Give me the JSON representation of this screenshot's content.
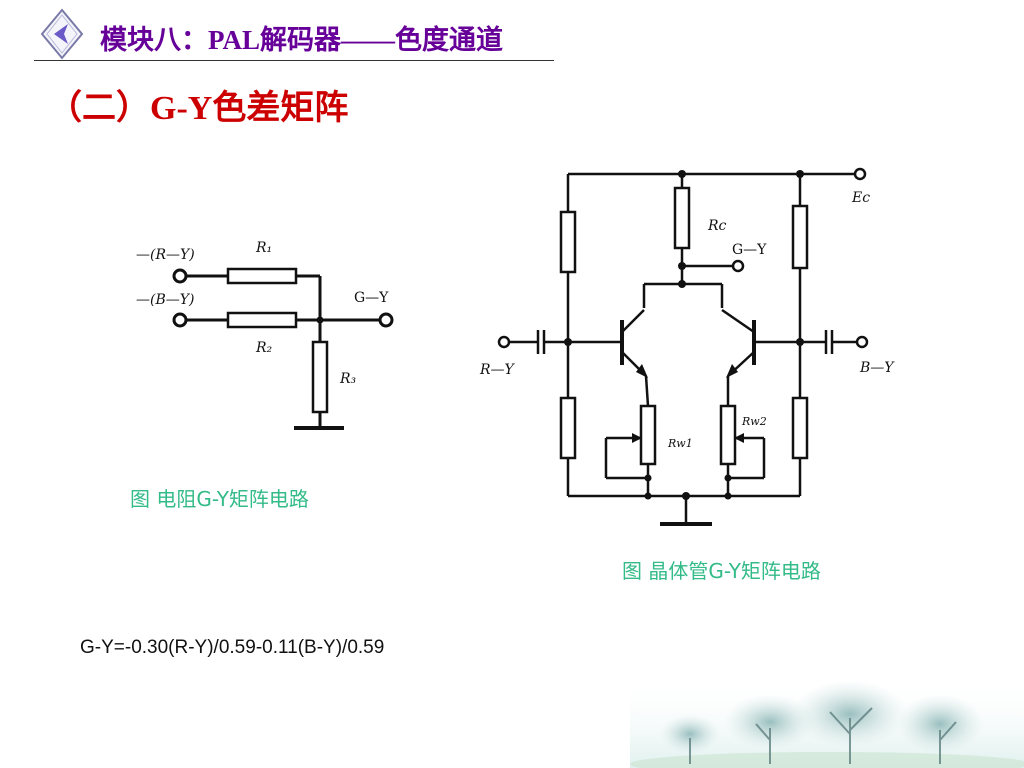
{
  "header": {
    "prefix": "模块八：",
    "latin": "PAL",
    "suffix": "解码器——色度通道"
  },
  "section": {
    "title": "（二）G-Y色差矩阵"
  },
  "resistor_circuit": {
    "input1_label": "—(R—Y)",
    "input2_label": "—(B—Y)",
    "r1_label": "R₁",
    "r2_label": "R₂",
    "r3_label": "R₃",
    "output_label": "G—Y",
    "caption": "图 电阻G-Y矩阵电路"
  },
  "transistor_circuit": {
    "supply_label": "Ec",
    "rc_label": "Rc",
    "output_label": "G—Y",
    "input_left_label": "R—Y",
    "input_right_label": "B—Y",
    "rw1_label": "Rw1",
    "rw2_label": "Rw2",
    "caption": "图 晶体管G-Y矩阵电路"
  },
  "formula": {
    "text": "G-Y=-0.30(R-Y)/0.59-0.11(B-Y)/0.59"
  },
  "colors": {
    "header_text": "#660099",
    "section_title": "#cc0000",
    "caption": "#33bb88"
  }
}
